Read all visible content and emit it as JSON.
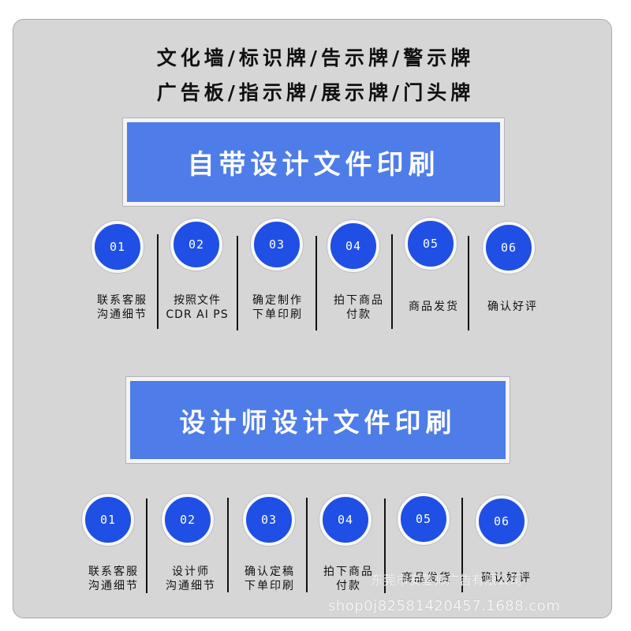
{
  "header": {
    "line1": "文化墙/标识牌/告示牌/警示牌",
    "line2": "广告板/指示牌/展示牌/门头牌"
  },
  "section1": {
    "title": "自带设计文件印刷",
    "steps": [
      {
        "num": "01",
        "line1": "联系客服",
        "line2": "沟通细节"
      },
      {
        "num": "02",
        "line1": "按照文件",
        "line2": "CDR AI PS"
      },
      {
        "num": "03",
        "line1": "确定制作",
        "line2": "下单印刷"
      },
      {
        "num": "04",
        "line1": "拍下商品",
        "line2": "付款"
      },
      {
        "num": "05",
        "line1": "商品发货",
        "line2": ""
      },
      {
        "num": "06",
        "line1": "确认好评",
        "line2": ""
      }
    ]
  },
  "section2": {
    "title": "设计师设计文件印刷",
    "steps": [
      {
        "num": "01",
        "line1": "联系客服",
        "line2": "沟通细节"
      },
      {
        "num": "02",
        "line1": "设计师",
        "line2": "沟通细节"
      },
      {
        "num": "03",
        "line1": "确认定稿",
        "line2": "下单印刷"
      },
      {
        "num": "04",
        "line1": "拍下商品",
        "line2": "付款"
      },
      {
        "num": "05",
        "line1": "商品发货",
        "line2": ""
      },
      {
        "num": "06",
        "line1": "确认好评",
        "line2": ""
      }
    ]
  },
  "watermark": {
    "company": "东莞市安蔓师广告有限公司",
    "url": "shop0j82581420457.1688.com"
  },
  "colors": {
    "panel": "#d6d6d6",
    "banner": "#4e7ce8",
    "circle": "#1f4fe4"
  }
}
